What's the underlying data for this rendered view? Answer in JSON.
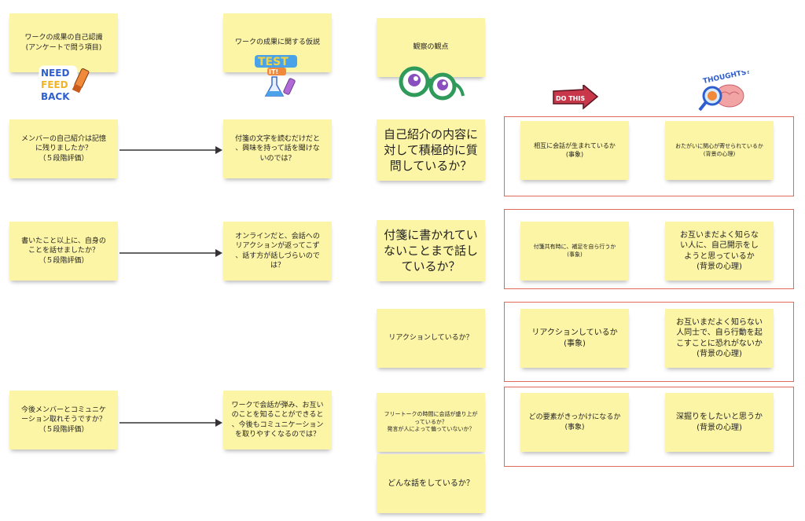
{
  "columns": {
    "questions": {
      "header": "ワークの成果の自己認識\n(アンケートで問う項目)",
      "items": [
        "メンバーの自己紹介は記憶\nに残りましたか？\n（５段階評価）",
        "書いたこと以上に、自身の\nことを話せましたか？\n（５段階評価）",
        "今後メンバーとコミュニケ\nーション取れそうですか？\n（５段階評価）"
      ]
    },
    "hypotheses": {
      "header": "ワークの成果に関する仮説",
      "items": [
        "付箋の文字を読むだけだと\n、興味を持って話を聞けな\nいのでは？",
        "オンラインだと、会話への\nリアクションが返ってこず\n、話す方が話しづらいので\nは？",
        "ワークで会話が弾み、お互い\nのことを知ることができると\n、今後もコミュニケーション\nを取りやすくなるのでは？"
      ]
    },
    "observations": {
      "header": "観察の観点",
      "items": [
        "自己紹介の内容に\n対して積極的に質\n問しているか？",
        "付箋に書かれてい\nないことまで話し\nているか？",
        "リアクションしているか？",
        "フリートークの時間に会話が盛り上が\nっているか？\n発言が人によって偏っていないか？",
        "どんな話をしているか？"
      ]
    },
    "do_this": [
      "相互に会話が生まれているか\n(事象)",
      "付箋共有時に、補足を自ら行うか\n(事象)",
      "リアクションしているか\n(事象)",
      "どの要素がきっかけになるか\n(事象)"
    ],
    "thoughts": [
      "おたがいに関心が寄せられているか\n(背景の心理)",
      "お互いまだよく知らな\nい人に、自己開示をし\nようと思っているか\n(背景の心理)",
      "お互いまだよく知らない\n人同士で、自ら行動を起\nこすことに恐れがないか\n(背景の心理)",
      "深掘りをしたいと思うか\n(背景の心理)"
    ]
  },
  "stickers": {
    "need_feedback": [
      "NEED",
      "FEED",
      "BACK"
    ],
    "test_it": [
      "TEST",
      "IT!"
    ],
    "do_this": "DO THIS",
    "thoughts": "THOUGHTS?"
  },
  "colors": {
    "note": "#fdf5a6",
    "frame": "#e06a5a",
    "arrow": "#333333"
  }
}
